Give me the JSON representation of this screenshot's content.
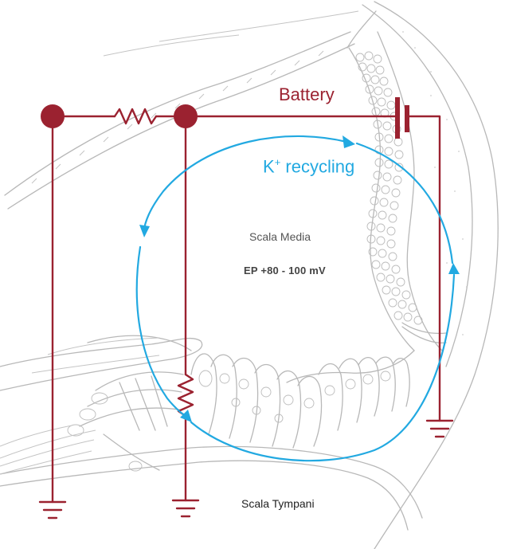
{
  "labels": {
    "battery": "Battery",
    "k_symbol": "K",
    "k_superscript": "+",
    "k_recycling": " recycling",
    "scala_media": "Scala Media",
    "ep": "EP  +80 - 100 mV",
    "scala_tympani": "Scala Tympani"
  },
  "colors": {
    "circuit": "#9b2230",
    "k_flow": "#22a9e1",
    "sketch": "#b8b8b8"
  }
}
